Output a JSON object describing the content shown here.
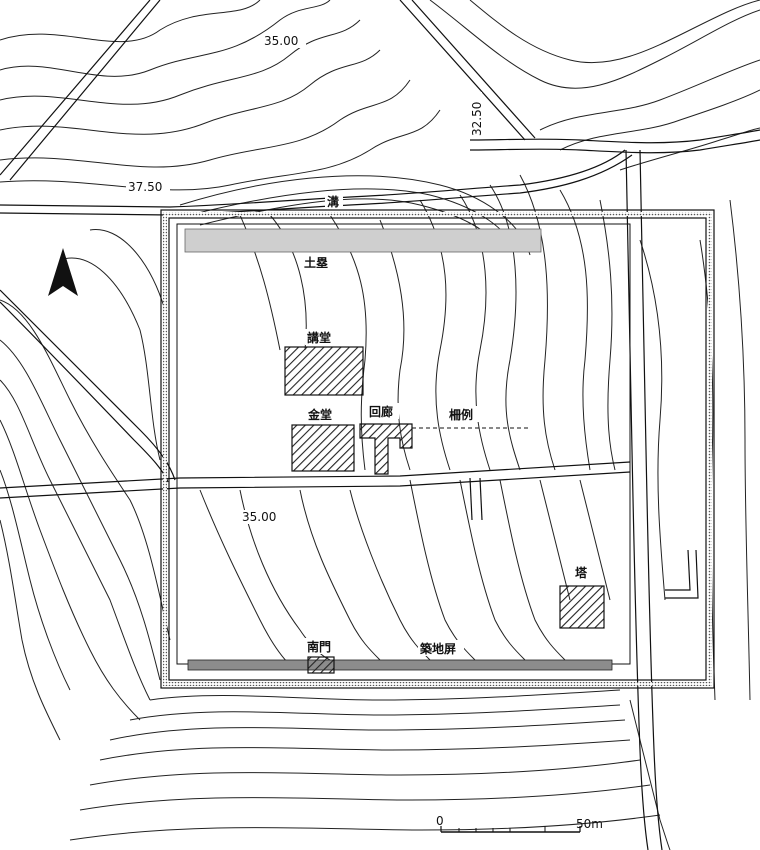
{
  "colors": {
    "ink": "#111111",
    "paper": "#ffffff",
    "hatch": "#222222",
    "dotted_band": "#9a9a9a",
    "mound_band": "#cfcfcf"
  },
  "contour_labels": {
    "c35_top": "35.00",
    "c32_5": "32.50",
    "c37_5": "37.50",
    "c35_mid": "35.00"
  },
  "features": {
    "ditch": "溝",
    "earthen_mound": "土塁",
    "lecture_hall": "講堂",
    "golden_hall": "金堂",
    "corridor": "回廊",
    "fence_line": "柵例",
    "pagoda": "塔",
    "south_gate": "南門",
    "earthen_wall": "築地屏"
  },
  "north_arrow": {
    "icon": "north-arrow-icon"
  },
  "scale_bar": {
    "start_label": "0",
    "end_label": "50m"
  }
}
